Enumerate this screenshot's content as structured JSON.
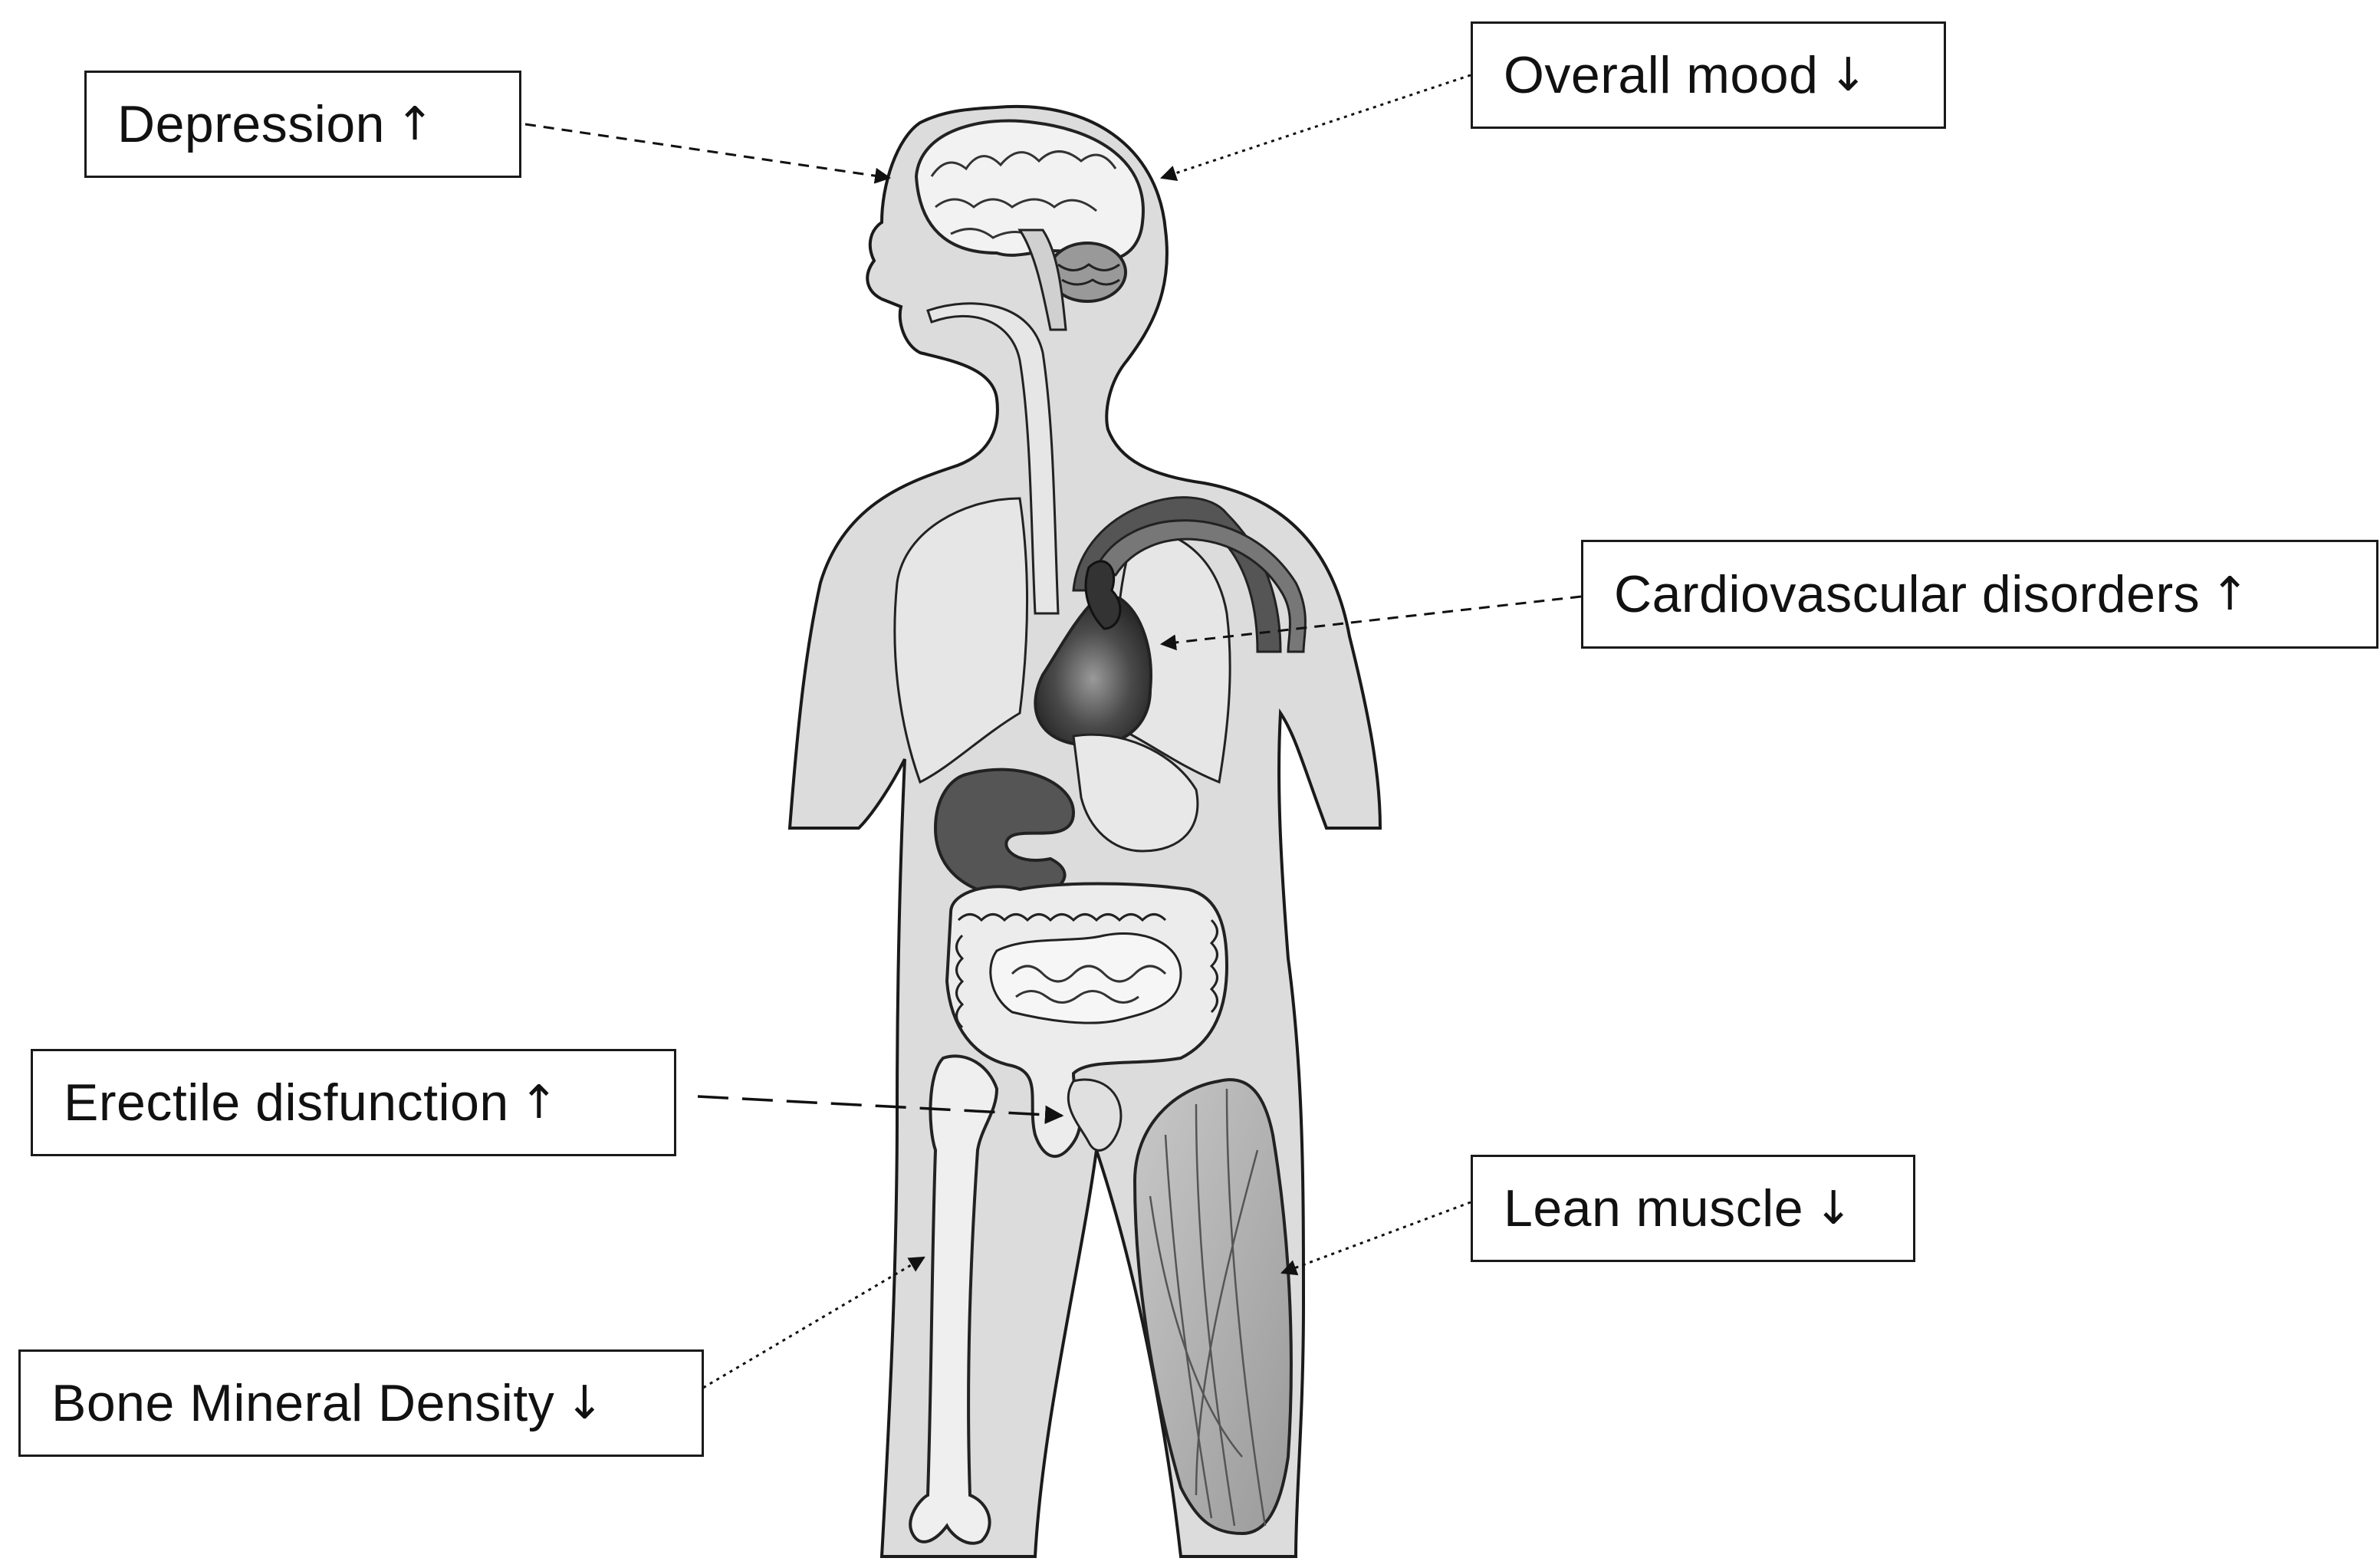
{
  "diagram": {
    "labels": {
      "depression": {
        "text": "Depression",
        "direction": "up",
        "glyph": "↑"
      },
      "overall_mood": {
        "text": "Overall mood",
        "direction": "down",
        "glyph": "↓"
      },
      "cardiovascular": {
        "text": "Cardiovascular disorders",
        "direction": "up",
        "glyph": "↑"
      },
      "erectile": {
        "text": "Erectile disfunction",
        "direction": "up",
        "glyph": "↑"
      },
      "lean_muscle": {
        "text": "Lean muscle",
        "direction": "down",
        "glyph": "↓"
      },
      "bone_density": {
        "text": "Bone Mineral Density",
        "direction": "down",
        "glyph": "↓"
      }
    },
    "colors": {
      "body_fill": "#dcdcdc",
      "outline": "#1a1a1a",
      "organ_dark": "#4a4a4a",
      "organ_light": "#e8e8e8",
      "connector": "#111111"
    }
  }
}
